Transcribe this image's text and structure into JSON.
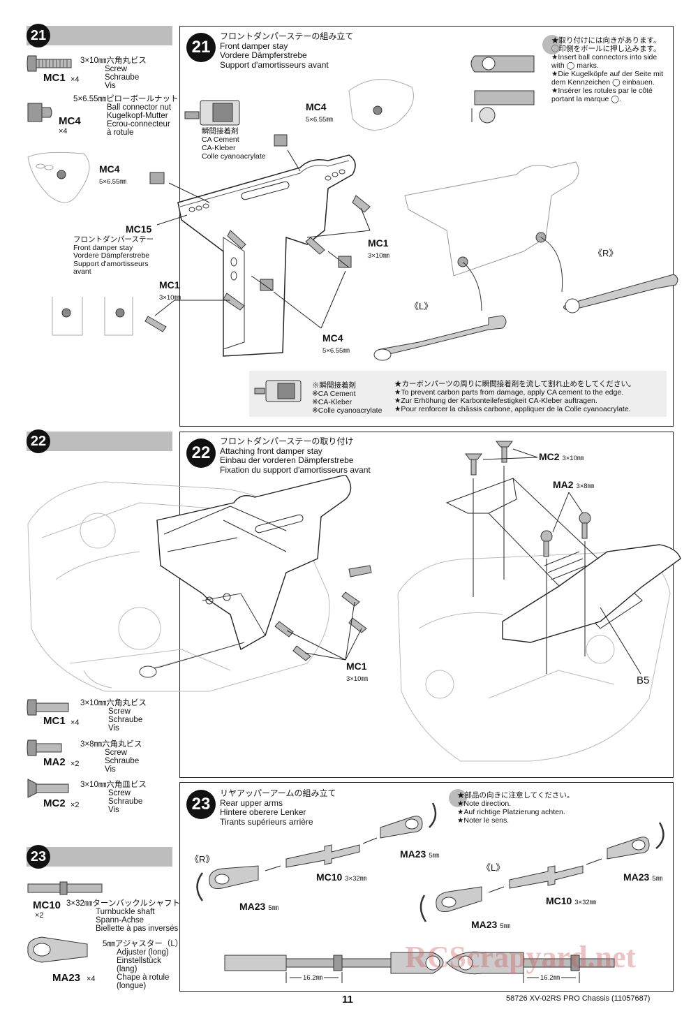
{
  "step21": {
    "number": "21",
    "title_jp": "フロントダンパーステーの組み立て",
    "title_en": "Front damper stay",
    "title_de": "Vordere Dämpferstrebe",
    "title_fr": "Support d'amortisseurs avant",
    "parts": [
      {
        "code": "MC1",
        "count": "×4",
        "jp": "3×10㎜六角丸ビス",
        "en": "Screw",
        "de": "Schraube",
        "fr": "Vis"
      },
      {
        "code": "MC4",
        "count": "×4",
        "jp": "5×6.55㎜ピローボールナット",
        "en": "Ball connector nut",
        "de": "Kugelkopf-Mutter",
        "fr": "Ecrou-connecteur",
        "fr2": "à rotule"
      }
    ],
    "ca_jp": "瞬間接着剤",
    "ca_en": "CA Cement",
    "ca_de": "CA-Kleber",
    "ca_fr": "Colle cyanoacrylate",
    "mc15_code": "MC15",
    "mc15_jp": "フロントダンパーステー",
    "mc15_en": "Front damper stay",
    "mc15_de": "Vordere Dämpferstrebe",
    "mc15_fr1": "Support d'amortisseurs",
    "mc15_fr2": "avant",
    "mc4_label": "MC4",
    "mc4_size": "5×6.55㎜",
    "mc1_label": "MC1",
    "mc1_size": "3×10㎜",
    "left_marker": "《L》",
    "right_marker": "《R》",
    "note_lines": [
      "★取り付けには向きがあります。",
      "◯印側をボールに押し込みます。",
      "★Insert ball connectors into side",
      "with ◯ marks.",
      "★Die Kugelköpfe auf der Seite mit",
      "dem Kennzeichen ◯ einbauen.",
      "★Insérer les rotules par le côté",
      "portant la marque ◯."
    ],
    "box_ca_jp": "※瞬間接着剤",
    "box_ca_en": "※CA Cement",
    "box_ca_de": "※CA-Kleber",
    "box_ca_fr": "※Colle cyanoacrylate",
    "box_lines": [
      "★カーボンパーツの周りに瞬間接着剤を流して割れ止めをしてください。",
      "★To prevent carbon parts from damage, apply CA cement to the edge.",
      "★Zur Erhöhung der Karbonteilefestigkeit CA-Kleber auftragen.",
      "★Pour renforcer la châssis carbone, appliquer de la Colle cyanoacrylate."
    ]
  },
  "step22": {
    "number": "22",
    "title_jp": "フロントダンパーステーの取り付け",
    "title_en": "Attaching front damper stay",
    "title_de": "Einbau der vorderen Dämpferstrebe",
    "title_fr": "Fixation du support d'amortisseurs avant",
    "parts": [
      {
        "code": "MC1",
        "count": "×4",
        "jp": "3×10㎜六角丸ビス",
        "en": "Screw",
        "de": "Schraube",
        "fr": "Vis"
      },
      {
        "code": "MA2",
        "count": "×2",
        "jp": "3×8㎜六角丸ビス",
        "en": "Screw",
        "de": "Schraube",
        "fr": "Vis"
      },
      {
        "code": "MC2",
        "count": "×2",
        "jp": "3×10㎜六角皿ビス",
        "en": "Screw",
        "de": "Schraube",
        "fr": "Vis"
      }
    ],
    "mc2_label": "MC2",
    "mc2_size": "3×10㎜",
    "ma2_label": "MA2",
    "ma2_size": "3×8㎜",
    "mc1_label": "MC1",
    "mc1_size": "3×10㎜",
    "b5_label": "B5"
  },
  "step23": {
    "number": "23",
    "title_jp": "リヤアッパーアームの組み立て",
    "title_en": "Rear upper arms",
    "title_de": "Hintere oberere Lenker",
    "title_fr": "Tirants supérieurs arrière",
    "parts": [
      {
        "code": "MC10",
        "count": "×2",
        "jp": "3×32㎜ターンバックルシャフト",
        "en": "Turnbuckle shaft",
        "de": "Spann-Achse",
        "fr": "Biellette à pas inversés"
      },
      {
        "code": "MA23",
        "count": "×4",
        "jp": "5㎜アジャスター（L）",
        "en": "Adjuster (long)",
        "de": "Einstellstück",
        "de2": "(lang)",
        "fr": "Chape à rotule",
        "fr2": "(longue)"
      }
    ],
    "note_lines": [
      "★部品の向きに注意してください。",
      "★Note direction.",
      "★Auf richtige Platzierung achten.",
      "★Noter le sens."
    ],
    "right_marker": "《R》",
    "left_marker": "《L》",
    "ma23_label": "MA23",
    "ma23_size": "5㎜",
    "mc10_label": "MC10",
    "mc10_size": "3×32㎜",
    "dim": "16.2㎜"
  },
  "footer": {
    "page": "11",
    "product": "58726 XV-02RS PRO Chassis (11057687)"
  },
  "watermark": "RCScrapyard.net"
}
